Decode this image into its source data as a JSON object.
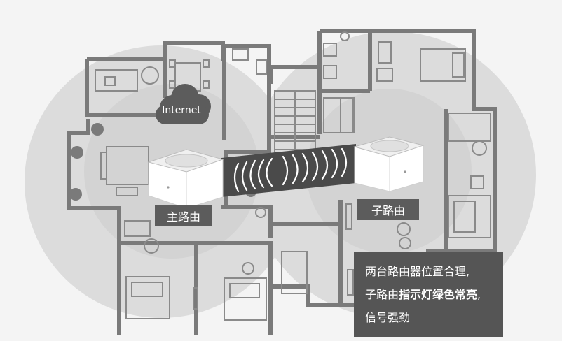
{
  "cloud": {
    "label": "Internet"
  },
  "routers": {
    "main_label": "主路由",
    "sub_label": "子路由"
  },
  "note": {
    "line1": "两台路由器位置合理,",
    "line2_prefix": "子路由",
    "line2_bold": "指示灯绿色常亮",
    "line2_suffix": ",",
    "line3": "信号强劲"
  },
  "colors": {
    "coverage": "#d8d8d8",
    "wall": "#7a7a7a",
    "label_bg": "#5c5c5c",
    "note_bg": "#555555",
    "signal_band": "#4a4a4a"
  }
}
